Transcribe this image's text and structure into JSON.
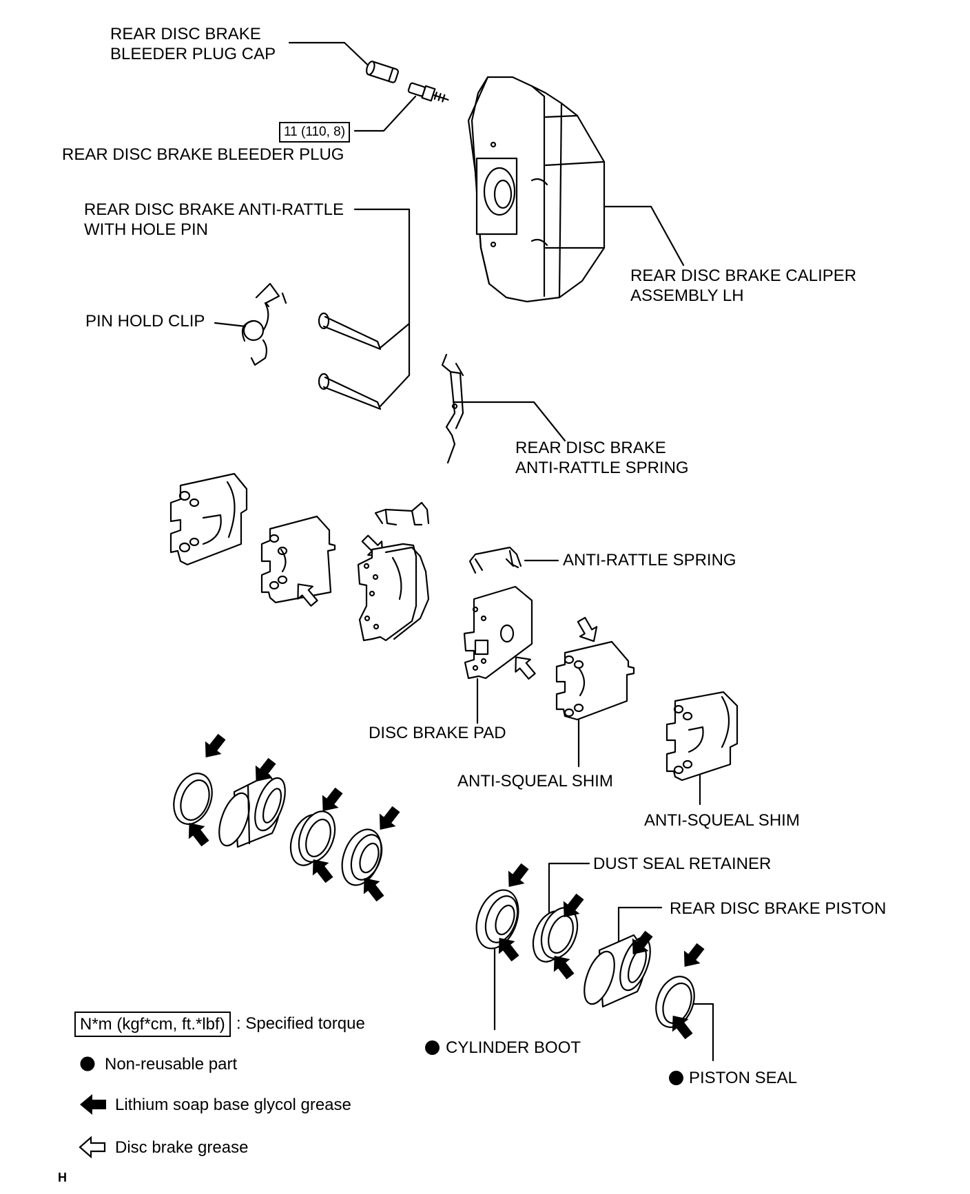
{
  "labels": {
    "bleeder_plug_cap": [
      "REAR DISC BRAKE",
      "BLEEDER PLUG CAP"
    ],
    "torque_value": "11 (110, 8)",
    "bleeder_plug": "REAR DISC BRAKE BLEEDER PLUG",
    "anti_rattle_pin": [
      "REAR DISC BRAKE ANTI-RATTLE",
      "WITH HOLE PIN"
    ],
    "caliper": [
      "REAR DISC BRAKE CALIPER",
      "ASSEMBLY LH"
    ],
    "pin_hold_clip": "PIN HOLD CLIP",
    "anti_rattle_spring_rear": [
      "REAR DISC BRAKE",
      "ANTI-RATTLE SPRING"
    ],
    "anti_rattle_spring": "ANTI-RATTLE SPRING",
    "disc_brake_pad": "DISC BRAKE PAD",
    "anti_squeal_shim_1": "ANTI-SQUEAL SHIM",
    "anti_squeal_shim_2": "ANTI-SQUEAL SHIM",
    "dust_seal_retainer": "DUST SEAL RETAINER",
    "piston": "REAR DISC BRAKE PISTON",
    "cylinder_boot": "CYLINDER BOOT",
    "piston_seal": "PISTON SEAL"
  },
  "legend": {
    "torque_box": "N*m (kgf*cm, ft.*lbf)",
    "torque_text": ": Specified torque",
    "non_reusable": "Non-reusable part",
    "lithium": "Lithium soap base glycol grease",
    "disc_grease": "Disc brake grease"
  },
  "corner_mark": "H",
  "colors": {
    "ink": "#000000",
    "paper": "#ffffff"
  }
}
